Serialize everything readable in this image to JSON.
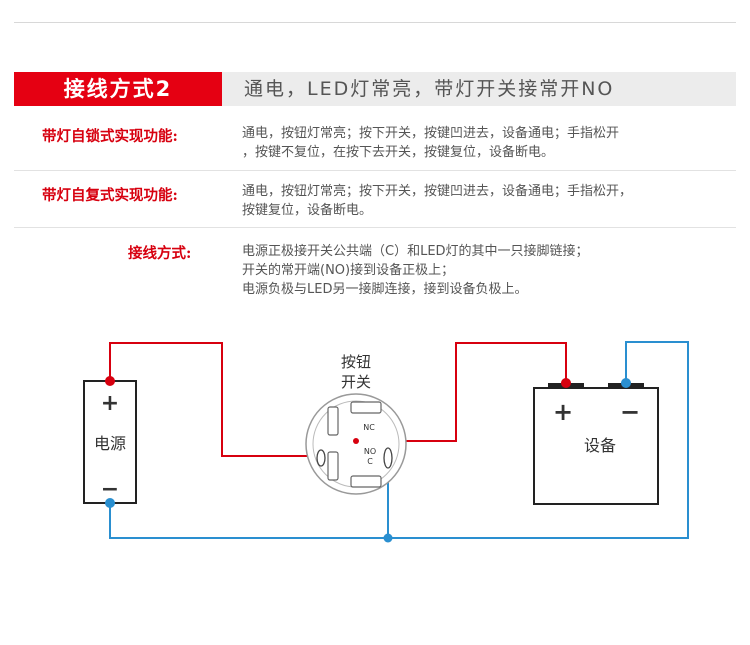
{
  "banner": {
    "title": "接线方式2",
    "subtitle": "通电，LED灯常亮，带灯开关接常开NO"
  },
  "rows": [
    {
      "label": "带灯自锁式实现功能:",
      "lines": [
        "通电，按钮灯常亮；按下开关，按键凹进去，设备通电；手指松开",
        "，按键不复位，在按下去开关，按键复位，设备断电。"
      ]
    },
    {
      "label": "带灯自复式实现功能:",
      "lines": [
        "通电，按钮灯常亮；按下开关，按键凹进去，设备通电；手指松开，",
        "按键复位，设备断电。"
      ]
    },
    {
      "label": "接线方式:",
      "lines": [
        "电源正极接开关公共端（C）和LED灯的其中一只接脚链接；",
        "开关的常开端(NO)接到设备正极上；",
        "电源负极与LED另一接脚连接，接到设备负极上。"
      ]
    }
  ],
  "diagram": {
    "power_label": "电源",
    "power_plus": "+",
    "power_minus": "−",
    "switch_label_line1": "按钮",
    "switch_label_line2": "开关",
    "terminal_nc": "NC",
    "terminal_no": "NO",
    "terminal_c": "C",
    "device_label": "设备",
    "device_plus": "+",
    "device_minus": "−",
    "colors": {
      "positive_wire": "#d7000f",
      "negative_wire": "#2a8fd0",
      "outline": "#222222"
    }
  }
}
